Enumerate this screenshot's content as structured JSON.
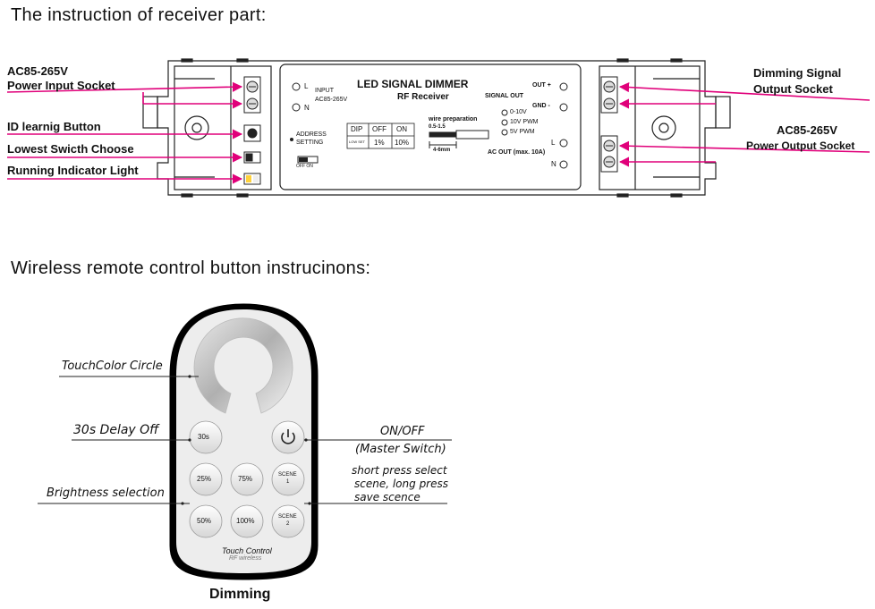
{
  "sections": {
    "receiver_title": "The instruction of receiver part:",
    "remote_title": "Wireless  remote  control  button  instrucinons:"
  },
  "receiver": {
    "left_labels": {
      "power_input_line1": "AC85-265V",
      "power_input_line2": "Power Input  Socket",
      "id_button": "ID learnig Button",
      "lowest_switch": "Lowest Swicth Choose",
      "indicator": "Running Indicator Light"
    },
    "right_labels": {
      "dimming_line1": "Dimming Signal",
      "dimming_line2": "Output Socket",
      "power_output_line1": "AC85-265V",
      "power_output_line2": "Power Output Socket"
    },
    "panel": {
      "title": "LED  SIGNAL  DIMMER",
      "subtitle": "RF Receiver",
      "input_l": "L",
      "input_n": "N",
      "input_label": "INPUT",
      "input_range": "AC85-265V",
      "address1": "ADDRESS",
      "address2": "SETTING",
      "off_on": "OFF   ON",
      "dip_headers": [
        "DIP",
        "OFF",
        "ON"
      ],
      "dip_row": [
        "LOW SET",
        "1%",
        "10%"
      ],
      "wire_prep": "wire preparation",
      "wire_size": "0.5-1.5",
      "wire_len": "4-6mm",
      "signal_out": "SIGNAL OUT",
      "out_plus": "OUT +",
      "gnd_minus": "GND -",
      "signal_options": [
        "0-10V",
        "10V PWM",
        "5V PWM"
      ],
      "ac_out": "AC OUT (max. 10A)",
      "out_l": "L",
      "out_n": "N"
    }
  },
  "remote": {
    "labels": {
      "touch_circle": "TouchColor Circle",
      "delay_off": "30s  Delay  Off",
      "brightness": "Brightness selection",
      "onoff_line1": "ON/OFF",
      "onoff_line2": "(Master Switch)",
      "scene_line1": "short  press  select",
      "scene_line2": "scene, long  press",
      "scene_line3": "save  scence"
    },
    "buttons": {
      "delay": "30s",
      "b25": "25%",
      "b75": "75%",
      "scene1_top": "SCENE",
      "scene1_num": "1",
      "b50": "50%",
      "b100": "100%",
      "scene2_top": "SCENE",
      "scene2_num": "2"
    },
    "brand1": "Touch Control",
    "brand2": "RF wireless",
    "caption": "Dimming"
  },
  "colors": {
    "arrow": "#e0007a",
    "line": "#222222"
  }
}
